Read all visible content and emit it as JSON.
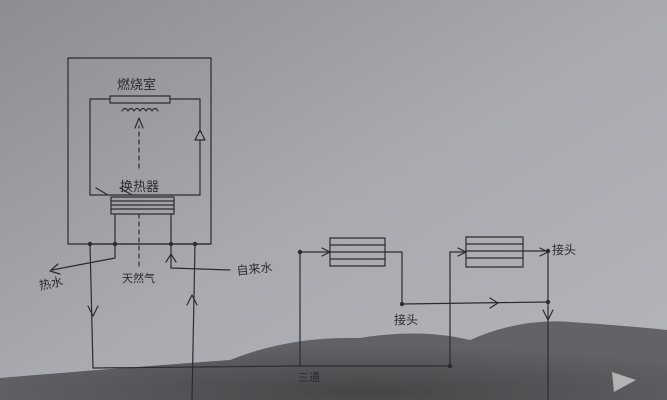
{
  "diagram": {
    "labels": {
      "combustion_chamber": "燃烧室",
      "heat_exchanger": "换热器",
      "hot_water": "热水",
      "natural_gas": "天然气",
      "tap_water": "自来水",
      "connector_right": "接头",
      "connector_middle": "接头",
      "three_way": "三通"
    }
  }
}
